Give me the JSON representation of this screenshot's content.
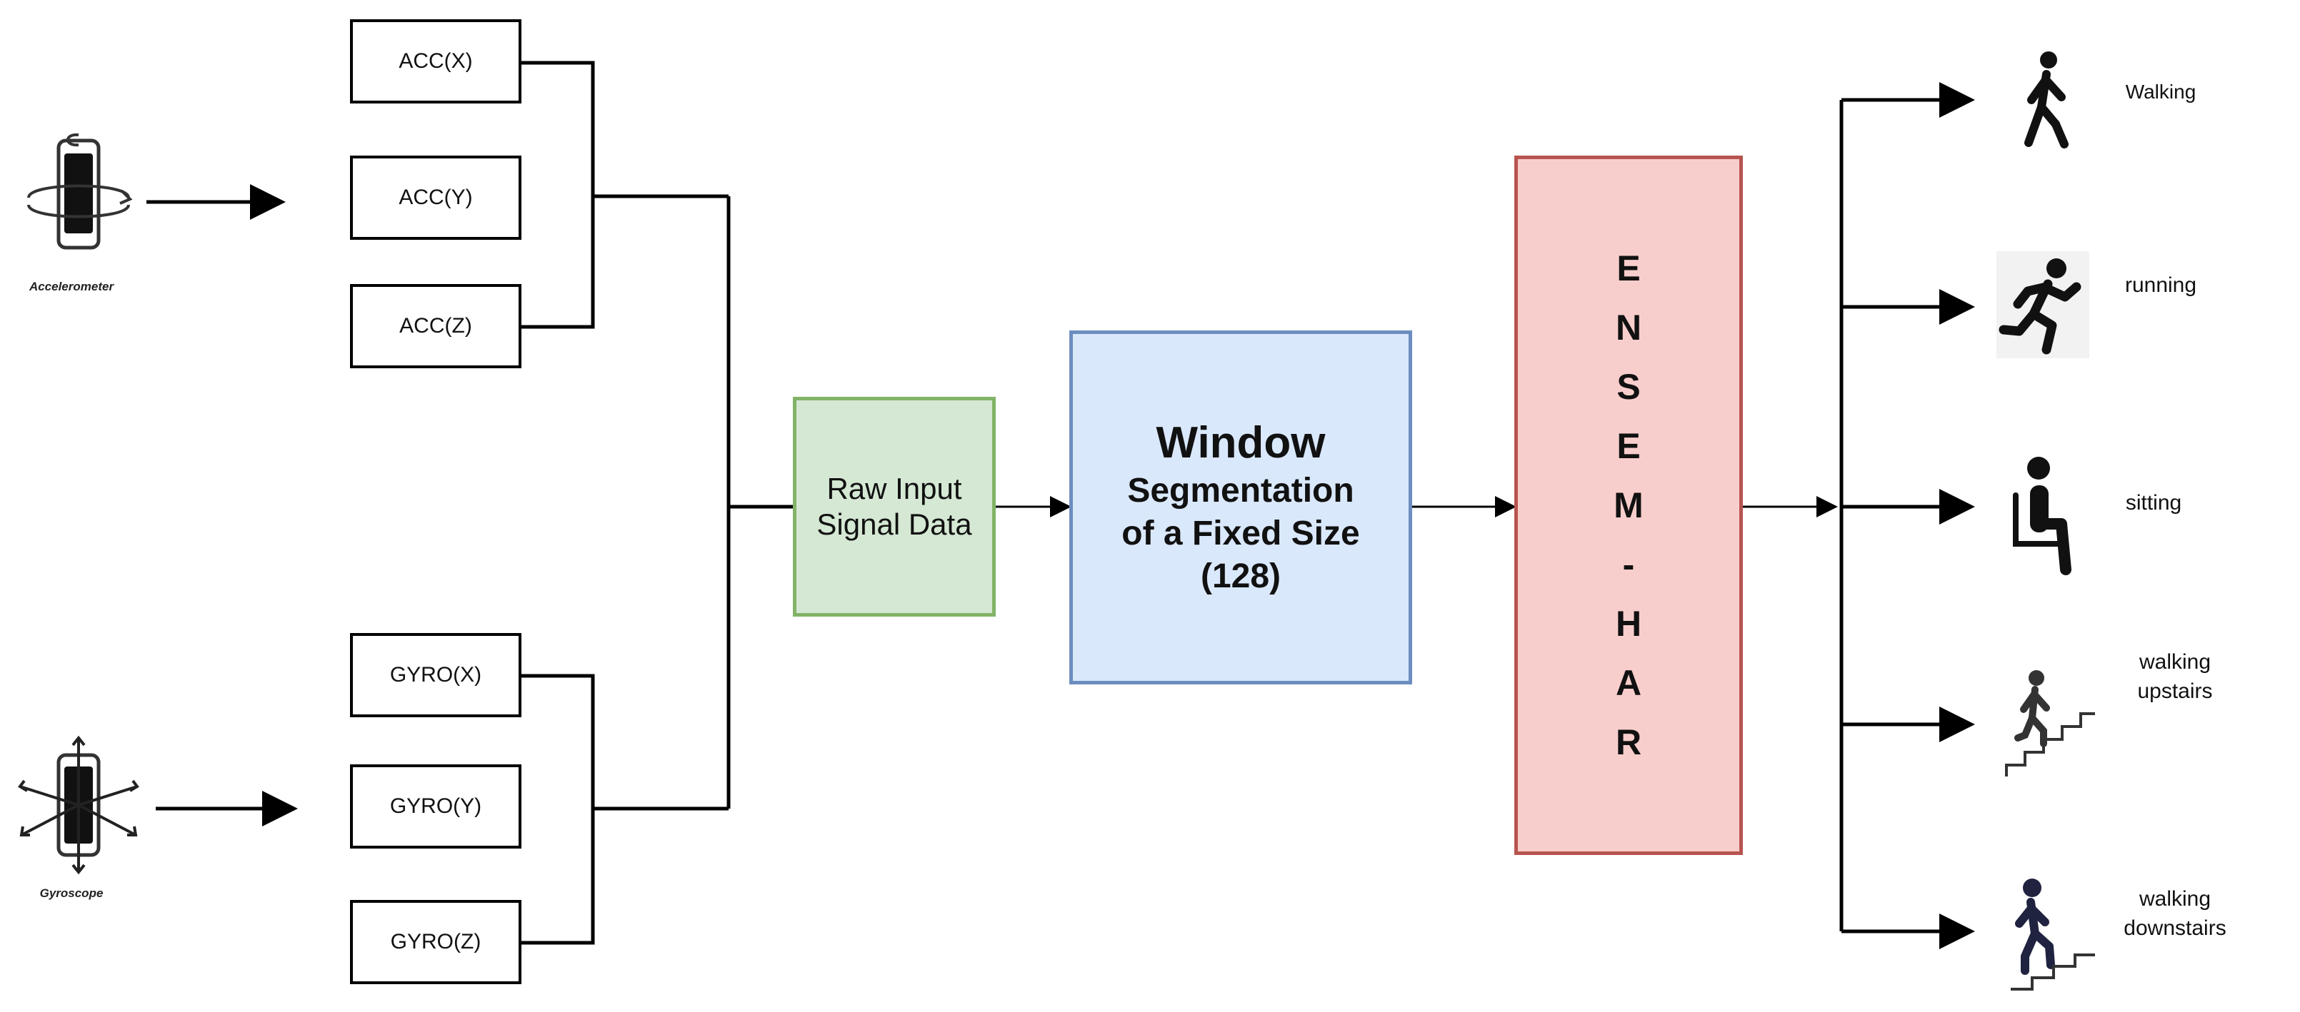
{
  "sensors": {
    "accelerometer_label": "Accelerometer",
    "gyroscope_label": "Gyroscope"
  },
  "acc_boxes": [
    "ACC(X)",
    "ACC(Y)",
    "ACC(Z)"
  ],
  "gyro_boxes": [
    "GYRO(X)",
    "GYRO(Y)",
    "GYRO(Z)"
  ],
  "raw_input": "Raw Input Signal Data",
  "window": {
    "title": "Window",
    "line1": "Segmentation",
    "line2": "of a Fixed Size",
    "line3": "(128)"
  },
  "ensem_letters": [
    "E",
    "N",
    "S",
    "E",
    "M",
    "-",
    "H",
    "A",
    "R"
  ],
  "activities": [
    {
      "label": "Walking",
      "icon": "walking-person-icon"
    },
    {
      "label": "running",
      "icon": "running-person-icon"
    },
    {
      "label": "sitting",
      "icon": "sitting-person-icon"
    },
    {
      "label": "walking\nupstairs",
      "icon": "upstairs-person-icon"
    },
    {
      "label": "walking\ndownstairs",
      "icon": "downstairs-person-icon"
    }
  ],
  "colors": {
    "raw_fill": "#d5e8d4",
    "raw_stroke": "#82b366",
    "window_fill": "#dae8fc",
    "window_stroke": "#6c8ebf",
    "ensem_fill": "#f8cecc",
    "ensem_stroke": "#b85450"
  }
}
